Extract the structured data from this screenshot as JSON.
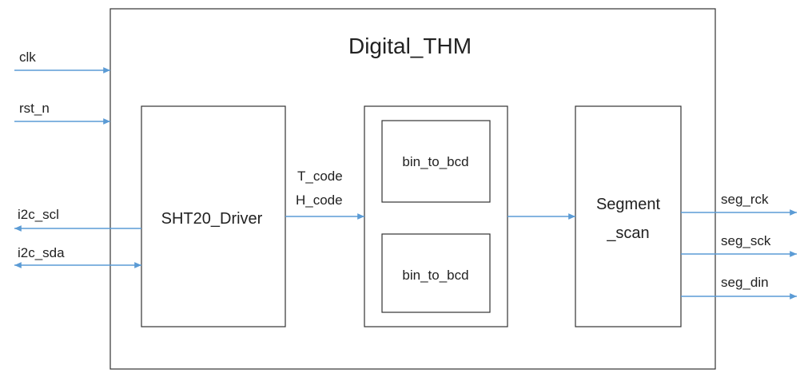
{
  "diagram": {
    "title": "Digital_THM",
    "blocks": {
      "driver": "SHT20_Driver",
      "bcd_top": "bin_to_bcd",
      "bcd_bottom": "bin_to_bcd",
      "segment_line1": "Segment",
      "segment_line2": "_scan"
    },
    "inputs": {
      "clk": "clk",
      "rst_n": "rst_n",
      "i2c_scl": "i2c_scl",
      "i2c_sda": "i2c_sda"
    },
    "internal": {
      "t_code": "T_code",
      "h_code": "H_code"
    },
    "outputs": {
      "seg_rck": "seg_rck",
      "seg_sck": "seg_sck",
      "seg_din": "seg_din"
    },
    "colors": {
      "wire": "#5b9bd5",
      "box_stroke": "#333333",
      "text": "#222222"
    }
  }
}
